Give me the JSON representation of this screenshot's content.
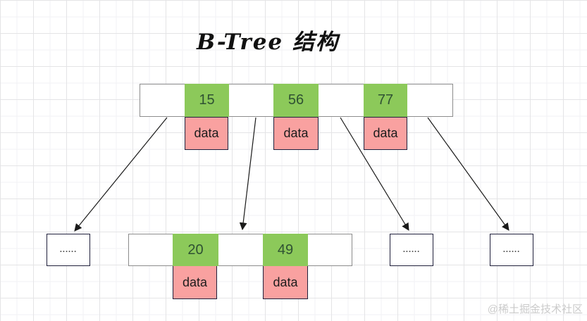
{
  "title": "B-Tree 结构",
  "watermark": "@稀土掘金技术社区",
  "colors": {
    "key_fill": "#8cc95a",
    "key_text": "#2f5233",
    "data_fill": "#f9a1a0",
    "data_text": "#1c1c1c",
    "dark_border": "#20203c",
    "node_border": "#8c8c8c",
    "arrow": "#1a1a1a"
  },
  "root_node": {
    "keys": [
      {
        "value": "15",
        "data_label": "data"
      },
      {
        "value": "56",
        "data_label": "data"
      },
      {
        "value": "77",
        "data_label": "data"
      }
    ]
  },
  "child_nodes": {
    "left_ellipsis": "......",
    "middle": {
      "keys": [
        {
          "value": "20",
          "data_label": "data"
        },
        {
          "value": "49",
          "data_label": "data"
        }
      ]
    },
    "right_ellipsis_1": "......",
    "right_ellipsis_2": "......"
  }
}
